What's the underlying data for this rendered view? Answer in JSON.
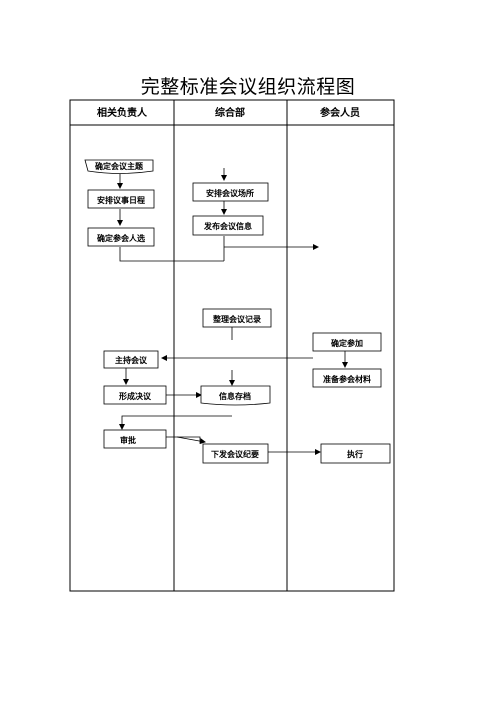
{
  "title": "完整标准会议组织流程图",
  "columns": [
    "相关负责人",
    "综合部",
    "参会人员"
  ],
  "nodes": {
    "topic": "确定会议主题",
    "agenda": "安排议事日程",
    "attendees": "确定参会人选",
    "venue": "安排会议场所",
    "publish": "发布会议信息",
    "minutes": "整理会议记录",
    "host": "主持会议",
    "resolution": "形成决议",
    "archive": "信息存档",
    "approve": "审批",
    "issue": "下发会议纪要",
    "confirm": "确定参加",
    "materials": "准备参会材料",
    "execute": "执行"
  }
}
